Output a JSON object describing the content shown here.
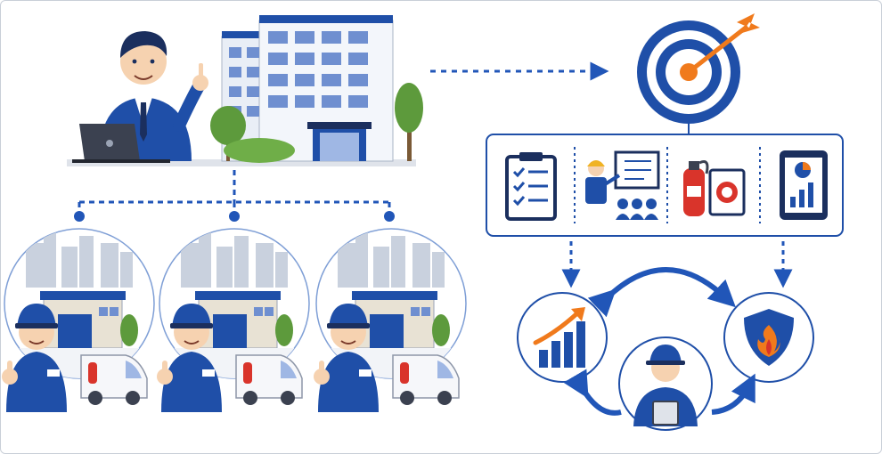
{
  "colors": {
    "primary_blue": "#1f4fa8",
    "dark_navy": "#1b2f5e",
    "accent_orange": "#f07a1c",
    "fire_red": "#d9342b",
    "skin": "#f6d2b0",
    "building_light": "#e9eef6",
    "tree_green": "#5d9a3c",
    "connector_blue": "#2156b8"
  },
  "icons": [
    "headquarters-manager-icon",
    "office-building-icon",
    "target-icon",
    "checklist-icon",
    "training-session-icon",
    "fire-extinguisher-icon",
    "fire-alarm-panel-icon",
    "tablet-report-icon",
    "growth-chart-icon",
    "fire-protection-shield-icon",
    "inspector-technician-icon",
    "branch-warehouse-icon",
    "technician-thumbs-up-icon",
    "service-van-icon"
  ],
  "branches": [
    {
      "id": "branch-1"
    },
    {
      "id": "branch-2"
    },
    {
      "id": "branch-3"
    }
  ],
  "service_items": [
    {
      "id": "checklist"
    },
    {
      "id": "training"
    },
    {
      "id": "equipment"
    },
    {
      "id": "reporting"
    }
  ]
}
